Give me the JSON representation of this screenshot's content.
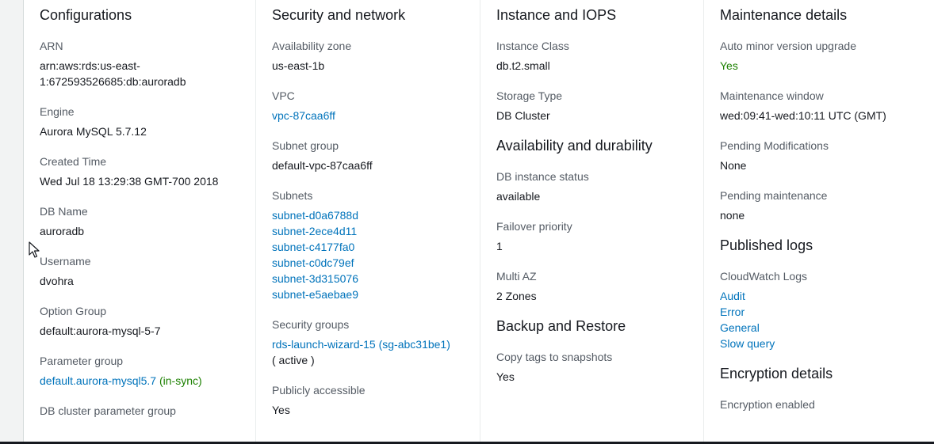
{
  "configurations": {
    "title": "Configurations",
    "arn_label": "ARN",
    "arn_line1": "arn:aws:rds:us-east-",
    "arn_line2": "1:672593526685:db:auroradb",
    "engine_label": "Engine",
    "engine_value": "Aurora MySQL 5.7.12",
    "created_label": "Created Time",
    "created_value": "Wed Jul 18 13:29:38 GMT-700 2018",
    "dbname_label": "DB Name",
    "dbname_value": "auroradb",
    "username_label": "Username",
    "username_value": "dvohra",
    "option_group_label": "Option Group",
    "option_group_value": "default:aurora-mysql-5-7",
    "parameter_group_label": "Parameter group",
    "parameter_group_link": "default.aurora-mysql5.7",
    "parameter_group_status": "(in-sync)",
    "cluster_param_label": "DB cluster parameter group"
  },
  "security": {
    "title": "Security and network",
    "az_label": "Availability zone",
    "az_value": "us-east-1b",
    "vpc_label": "VPC",
    "vpc_value": "vpc-87caa6ff",
    "subnet_group_label": "Subnet group",
    "subnet_group_value": "default-vpc-87caa6ff",
    "subnets_label": "Subnets",
    "subnets": [
      "subnet-d0a6788d",
      "subnet-2ece4d11",
      "subnet-c4177fa0",
      "subnet-c0dc79ef",
      "subnet-3d315076",
      "subnet-e5aebae9"
    ],
    "sg_label": "Security groups",
    "sg_value": "rds-launch-wizard-15 (sg-abc31be1)",
    "sg_status": "( active )",
    "public_label": "Publicly accessible",
    "public_value": "Yes"
  },
  "instance": {
    "title": "Instance and IOPS",
    "class_label": "Instance Class",
    "class_value": "db.t2.small",
    "storage_label": "Storage Type",
    "storage_value": "DB Cluster",
    "availability_title": "Availability and durability",
    "status_label": "DB instance status",
    "status_value": "available",
    "failover_label": "Failover priority",
    "failover_value": "1",
    "multiaz_label": "Multi AZ",
    "multiaz_value": "2 Zones",
    "backup_title": "Backup and Restore",
    "copytags_label": "Copy tags to snapshots",
    "copytags_value": "Yes"
  },
  "maintenance": {
    "title": "Maintenance details",
    "auto_minor_label": "Auto minor version upgrade",
    "auto_minor_value": "Yes",
    "window_label": "Maintenance window",
    "window_value": "wed:09:41-wed:10:11 UTC (GMT)",
    "pending_mod_label": "Pending Modifications",
    "pending_mod_value": "None",
    "pending_maint_label": "Pending maintenance",
    "pending_maint_value": "none",
    "logs_title": "Published logs",
    "cloudwatch_label": "CloudWatch Logs",
    "logs": [
      "Audit",
      "Error",
      "General",
      "Slow query"
    ],
    "encryption_title": "Encryption details",
    "encryption_label": "Encryption enabled"
  },
  "colors": {
    "link": "#0073bb",
    "success": "#1d8102",
    "label": "#545b64",
    "text": "#16191f"
  }
}
